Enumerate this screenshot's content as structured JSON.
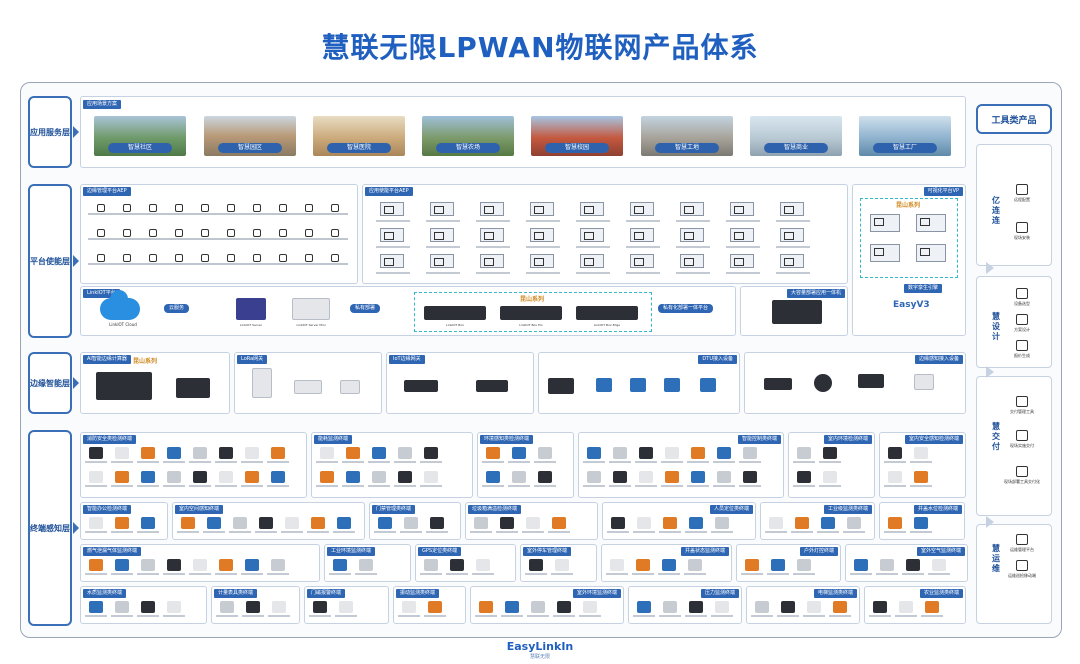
{
  "title": "慧联无限LPWAN物联网产品体系",
  "layers": [
    "应用服务层",
    "平台使能层",
    "边缘智能层",
    "终端感知层"
  ],
  "app_layer": {
    "tag": "应用场景方案",
    "scenes": [
      "智慧社区",
      "智慧园区",
      "智慧医院",
      "智慧农场",
      "智慧校园",
      "智慧工地",
      "智慧商业",
      "智慧工厂"
    ]
  },
  "platform": {
    "aep_tag": "边缘管理平台AEP",
    "aep2_tag": "应用使能平台AEP",
    "vp_tag": "可视化平台VP",
    "iot_tag": "LinkIOT平台",
    "cloud_label": "LinkIOT Cloud",
    "badges": [
      "云服务",
      "私有部署",
      "私有化部署一体平台"
    ],
    "servers": [
      "LinkIOT Server",
      "LinkIOT Server Mini",
      "LinkIOT Box",
      "LinkIOT Box Pro",
      "LinkIOT Box Edge"
    ],
    "series_tag": "昆山系列",
    "allinone_tag": "大容量部署应用一体机",
    "vp_series": "昆山系列",
    "easyv_tag": "数字孪生引擎",
    "easyv": "EasyV3"
  },
  "edge": {
    "sections": [
      "AI智能边缘计算器",
      "LoRa网关",
      "IoT边缘网关",
      "DTU接入设备",
      "边缘感知接入设备"
    ],
    "edge_series": "昆山系列"
  },
  "terminal": {
    "row1": [
      "消防安全类检测终端",
      "能耗监测终端",
      "环境感知类检测终端",
      "智能控制类终端",
      "室内环境检测终端",
      "室内安全感知检测终端"
    ],
    "row2": [
      "智能办公检测终端",
      "室内空间感知终端",
      "门禁管理类终端",
      "垃圾箱满溢检测终端",
      "人员定位类终端",
      "工业级监测类终端",
      "井盖水位检测终端"
    ],
    "row3": [
      "燃气泄漏气体监测终端",
      "工业环境监测终端",
      "GPS定位类终端",
      "室外停车管理终端",
      "井盖状态监测终端",
      "户外灯控终端",
      "室外空气监测终端"
    ],
    "row4": [
      "水质监测类终端",
      "计量表具类终端",
      "门磁报警终端",
      "振动监测类终端",
      "室外环境监测终端",
      "压力监测终端",
      "电梯监测类终端",
      "农业监测类终端"
    ]
  },
  "tools": {
    "title": "工具类产品",
    "groups": [
      {
        "name": "亿连连",
        "items": [
          "远程配置",
          "现场安装"
        ]
      },
      {
        "name": "慧设计",
        "items": [
          "设备选型",
          "方案设计",
          "报价生成"
        ]
      },
      {
        "name": "慧交付",
        "items": [
          "交付管理工具",
          "现场实施交付",
          "现场部署工具交付化"
        ]
      },
      {
        "name": "慧运维",
        "items": [
          "运维管理平台",
          "运维巡检移动端"
        ]
      }
    ]
  },
  "footer": {
    "logo": "EasyLinkIn",
    "sub": "慧联无限"
  },
  "colors": {
    "primary": "#1f5fbf",
    "tag": "#2f66b3",
    "border": "#c6d2e2",
    "accent_teal": "#35b8c9"
  }
}
